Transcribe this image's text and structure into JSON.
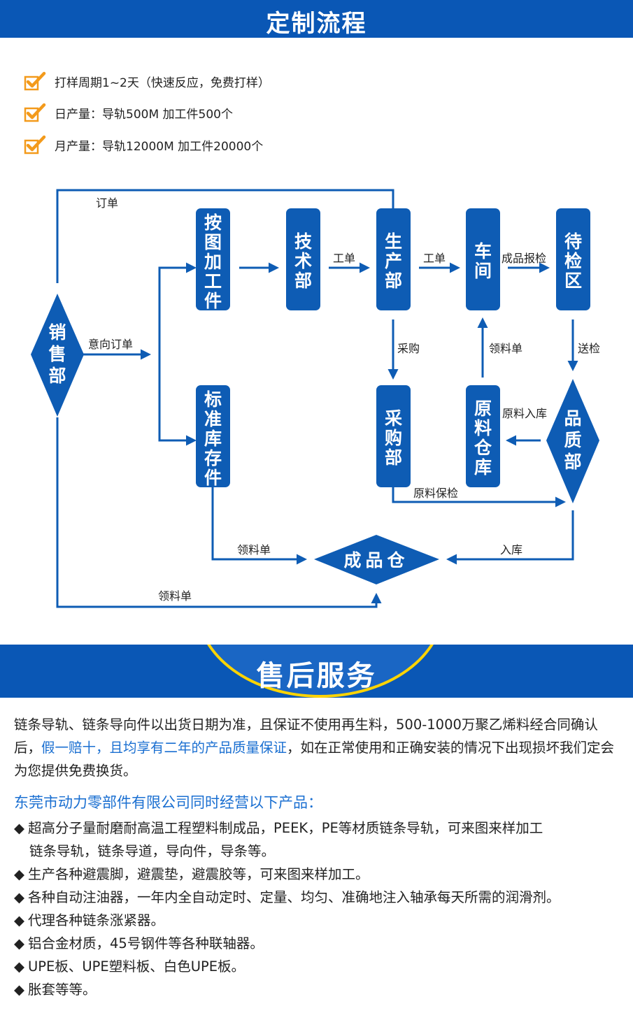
{
  "header": {
    "title": "定制流程"
  },
  "checklist": [
    "打样周期1~2天（快速反应，免费打样）",
    "日产量：导轨500M 加工件500个",
    "月产量：导轨12000M 加工件20000个"
  ],
  "flow": {
    "nodes": {
      "sales": "销售部",
      "drawing": "按图加工件",
      "tech": "技术部",
      "production": "生产部",
      "workshop": "车间",
      "inspect_area": "待检区",
      "purchase": "采购部",
      "raw_store": "原料仓库",
      "quality": "品质部",
      "standard_stock": "标准库存件",
      "finished_store": "成品仓"
    },
    "edges": {
      "order": "订单",
      "intent_order": "意向订单",
      "work_order_1": "工单",
      "work_order_2": "工单",
      "finished_inspect": "成品报检",
      "send_inspect": "送检",
      "purchasing": "采购",
      "requisition_1": "领料单",
      "raw_in": "原料入库",
      "raw_inspect": "原料保检",
      "requisition_2": "领料单",
      "warehousing": "入库",
      "requisition_3": "领料单"
    }
  },
  "after_sales": {
    "title": "售后服务",
    "para_part1": "链条导轨、链条导向件以出货日期为准，且保证不使用再生料，500-1000万聚乙烯料经合同确认后，",
    "para_highlight": "假一赔十，且均享有二年的产品质量保证",
    "para_part2": "，如在正常使用和正确安装的情况下出现损坏我们定会为您提供免费换货。",
    "company_line": "东莞市动力零部件有限公司同时经营以下产品：",
    "products": [
      "超高分子量耐磨耐高温工程塑料制成品，PEEK，PE等材质链条导轨，可来图来样加工",
      "链条导轨，链条导道，导向件，导条等。",
      "生产各种避震脚，避震垫，避震胶等，可来图来样加工。",
      "各种自动注油器，一年内全自动定时、定量、均匀、准确地注入轴承每天所需的润滑剂。",
      "代理各种链条涨紧器。",
      "铝合金材质，45号钢件等各种联轴器。",
      "UPE板、UPE塑料板、白色UPE板。",
      "胀套等等。"
    ],
    "bullet": "◆"
  },
  "colors": {
    "brand_blue": "#0a57b5",
    "node_blue": "#0e5cb4",
    "accent_yellow": "#ffd400",
    "check_orange": "#f39a1b",
    "highlight_blue": "#1a6fd1"
  }
}
